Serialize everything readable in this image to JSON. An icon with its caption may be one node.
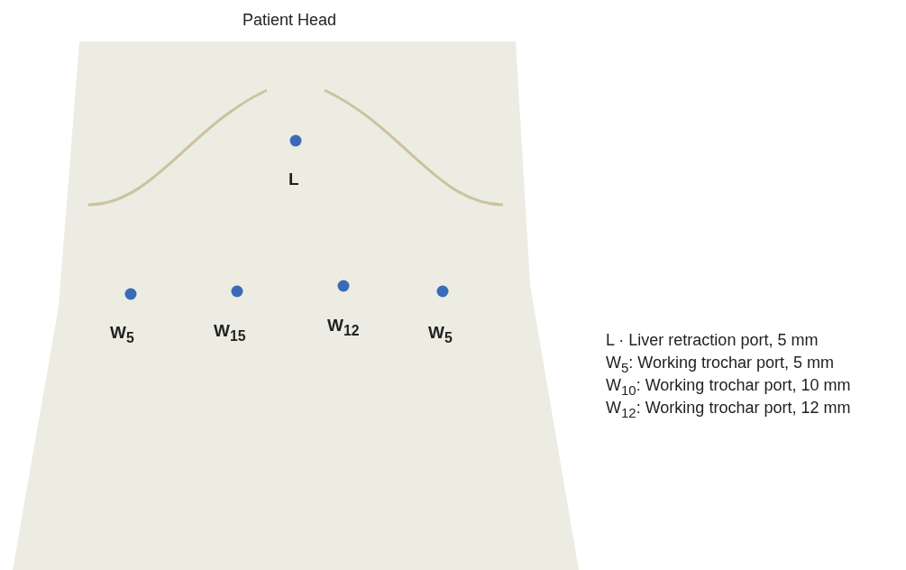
{
  "diagram": {
    "labels": [
      "Patient Head",
      "L",
      "W$_{5}$",
      "W$_{15}$",
      "W$_{12}$",
      "W$_{5}$",
      "L · Liver retraction port, 5 mm",
      "W$_{5}$: Working trochar port, 5 mm",
      "W$_{10}$: Working trochar port, 10 mm",
      "W$_{12}$: Working trochar port, 12 mm"
    ]
  }
}
